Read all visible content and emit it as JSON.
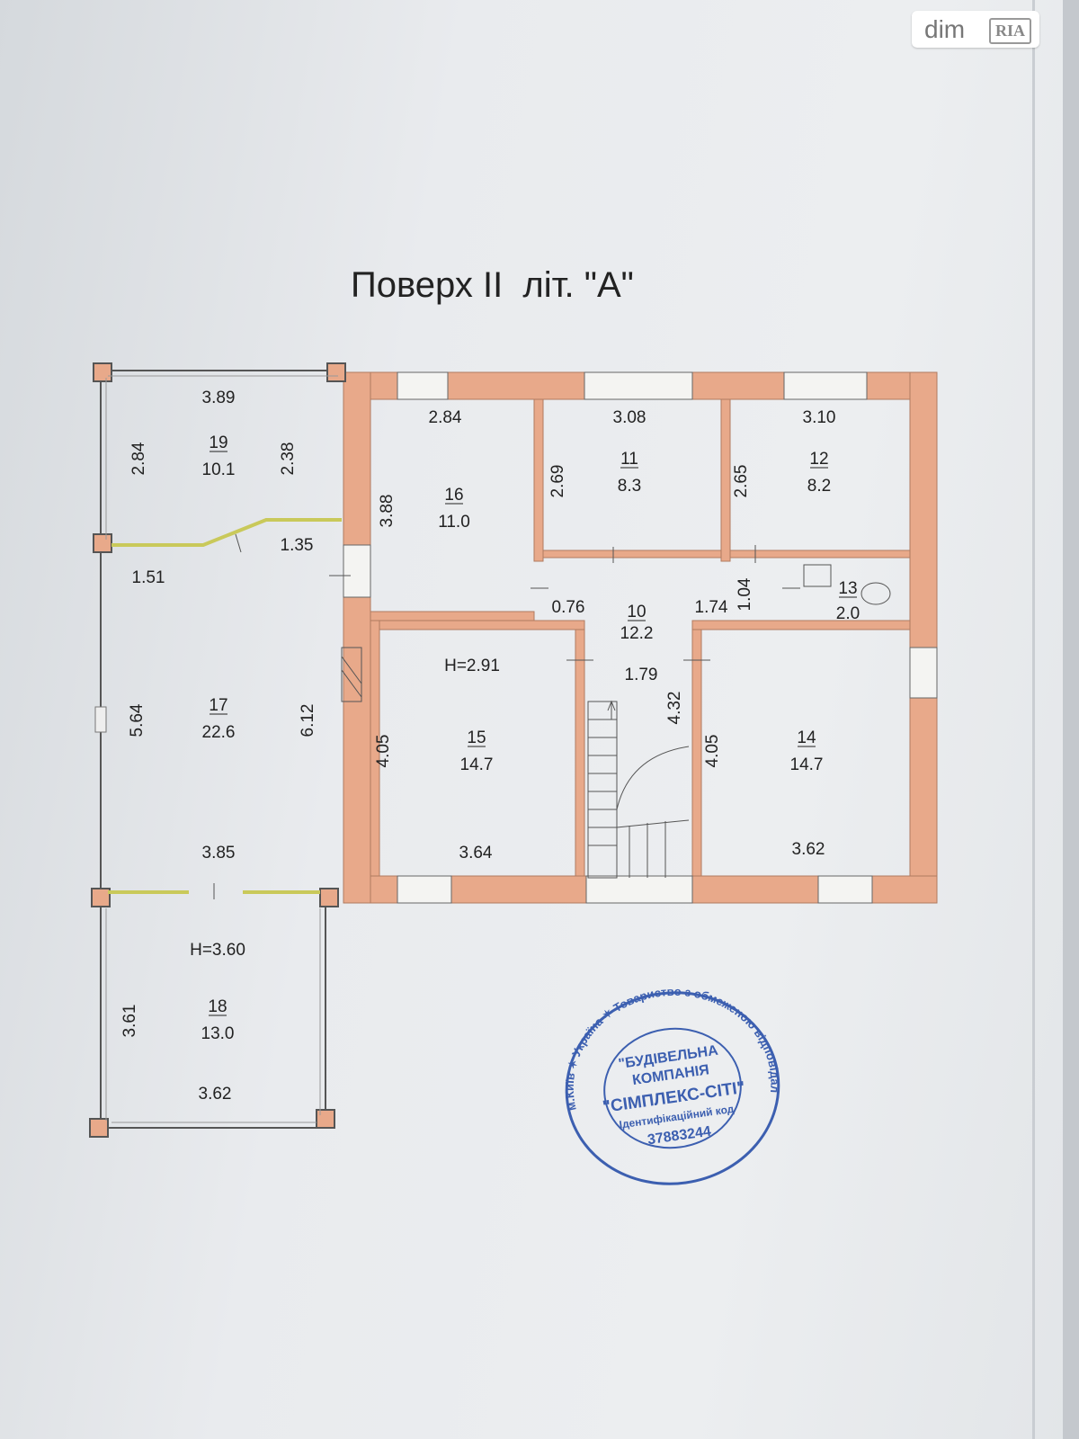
{
  "title": "Поверх II  літ. \"А\"",
  "watermark": {
    "brand": "dim",
    "logo": "RIA"
  },
  "colors": {
    "wall": "#e8a98a",
    "wall_stroke": "#b07a60",
    "glass_wall": "#c9c95a",
    "line": "#555555",
    "stamp": "#3c5fb0"
  },
  "rooms": [
    {
      "no": "19",
      "area": "10.1",
      "dims": [
        "3.89",
        "2.84",
        "2.38"
      ]
    },
    {
      "no": "16",
      "area": "11.0",
      "dims": [
        "2.84",
        "3.88"
      ]
    },
    {
      "no": "11",
      "area": "8.3",
      "dims": [
        "3.08",
        "2.69"
      ]
    },
    {
      "no": "12",
      "area": "8.2",
      "dims": [
        "3.10",
        "2.65"
      ]
    },
    {
      "no": "13",
      "area": "2.0",
      "dims": [
        "1.04"
      ]
    },
    {
      "no": "10",
      "area": "12.2",
      "dims": [
        "0.76",
        "1.74",
        "1.79",
        "4.32"
      ]
    },
    {
      "no": "17",
      "area": "22.6",
      "dims": [
        "1.35",
        "1.51",
        "5.64",
        "6.12",
        "3.85"
      ]
    },
    {
      "no": "15",
      "area": "14.7",
      "dims": [
        "H=2.91",
        "4.05",
        "3.64"
      ]
    },
    {
      "no": "14",
      "area": "14.7",
      "dims": [
        "4.05",
        "3.62"
      ]
    },
    {
      "no": "18",
      "area": "13.0",
      "dims": [
        "H=3.60",
        "3.61",
        "3.62"
      ]
    }
  ],
  "stamp": {
    "line1": "\"БУДІВЕЛЬНА",
    "line2": "КОМПАНІЯ",
    "line3": "\"СІМПЛЕКС-СІТІ\"",
    "line4": "Ідентифікаційний код",
    "line5": "37883244",
    "ring": "м.Київ ✶ Україна ✶ Товариство з обмеженою відповідальністю ✶"
  }
}
